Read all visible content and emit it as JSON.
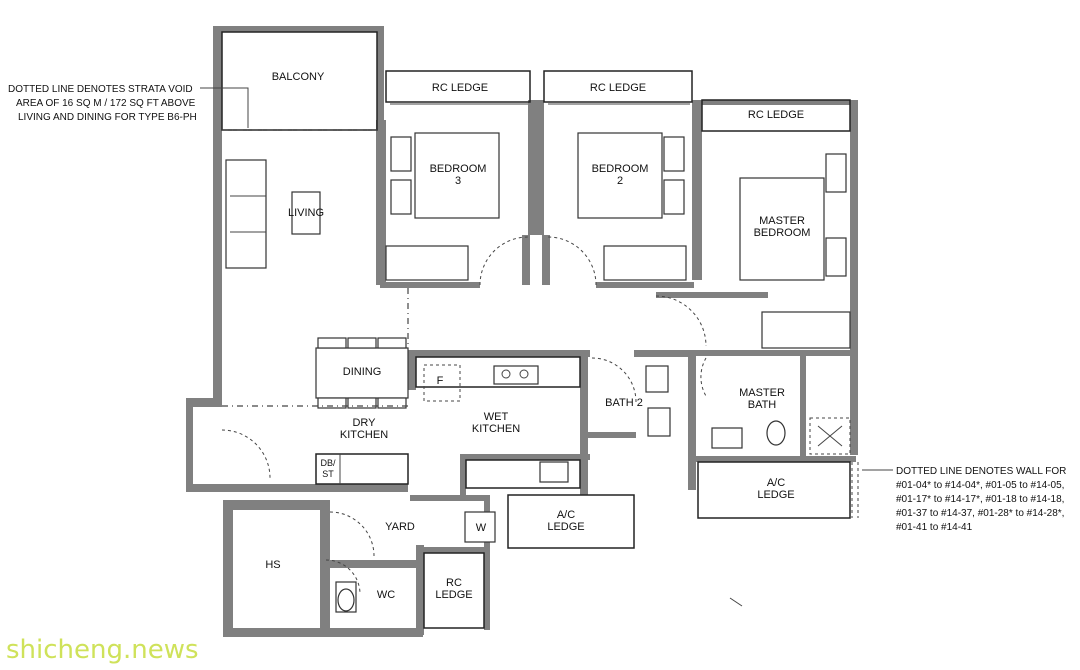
{
  "rooms": {
    "balcony": "BALCONY",
    "rc_ledge_1": "RC LEDGE",
    "rc_ledge_2": "RC LEDGE",
    "rc_ledge_3": "RC LEDGE",
    "bedroom3": [
      "BEDROOM",
      "3"
    ],
    "bedroom2": [
      "BEDROOM",
      "2"
    ],
    "master_bedroom": [
      "MASTER",
      "BEDROOM"
    ],
    "living": "LIVING",
    "dining": "DINING",
    "dry_kitchen": [
      "DRY",
      "KITCHEN"
    ],
    "wet_kitchen": [
      "WET",
      "KITCHEN"
    ],
    "bath2": "BATH 2",
    "master_bath": [
      "MASTER",
      "BATH"
    ],
    "db_st": [
      "DB/",
      "ST"
    ],
    "yard": "YARD",
    "w": "W",
    "ac_ledge_1": [
      "A/C",
      "LEDGE"
    ],
    "ac_ledge_2": [
      "A/C",
      "LEDGE"
    ],
    "hs": "HS",
    "wc": "WC",
    "rc_ledge_4": [
      "RC",
      "LEDGE"
    ],
    "f": "F"
  },
  "notes": {
    "strata_void": [
      "DOTTED LINE DENOTES STRATA VOID",
      "AREA OF 16 SQ M / 172 SQ FT ABOVE",
      "LIVING AND DINING FOR TYPE B6-PH"
    ],
    "wall_for": [
      "DOTTED LINE DENOTES WALL FOR",
      "#01-04* to #14-04*, #01-05 to #14-05,",
      "#01-17* to #14-17*, #01-18 to #14-18,",
      "#01-37 to #14-37, #01-28* to #14-28*,",
      "#01-41 to #14-41"
    ]
  },
  "watermark": "shicheng.news"
}
